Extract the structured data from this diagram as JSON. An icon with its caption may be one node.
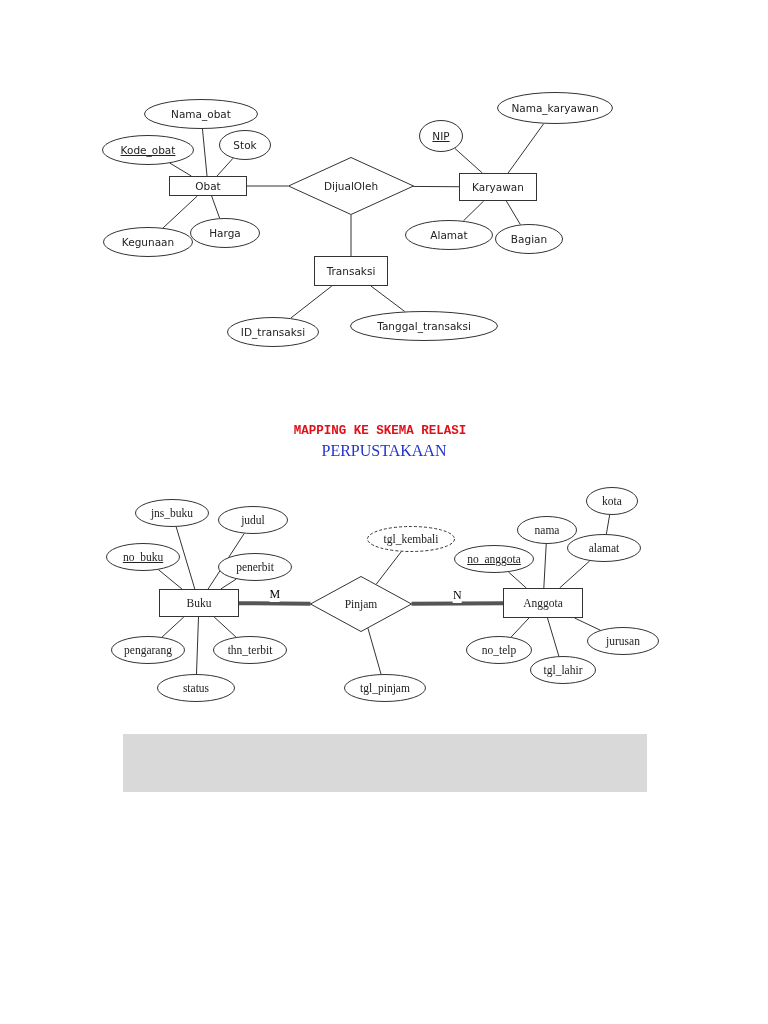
{
  "diagram": {
    "nodes": [
      {
        "text": [
          "Nama_obat"
        ]
      },
      {
        "text": [
          "Kode_obat"
        ]
      },
      {
        "text": [
          "Stok"
        ]
      },
      {
        "text": [
          "Obat"
        ]
      },
      {
        "text": [
          "DijualOleh"
        ]
      },
      {
        "text": [
          "Karyawan"
        ]
      },
      {
        "text": [
          "NIP"
        ]
      },
      {
        "text": [
          "Nama_karyawan"
        ]
      },
      {
        "text": [
          "Alamat"
        ]
      },
      {
        "text": [
          "Bagian"
        ]
      },
      {
        "text": [
          "Kegunaan"
        ]
      },
      {
        "text": [
          "Harga"
        ]
      },
      {
        "text": [
          "Transaksi"
        ]
      },
      {
        "text": [
          "ID_transaksi"
        ]
      },
      {
        "text": [
          "Tanggal_transaksi"
        ]
      },
      {
        "text": [
          "jns_buku"
        ]
      },
      {
        "text": [
          "judul"
        ]
      },
      {
        "text": [
          "no_buku"
        ]
      },
      {
        "text": [
          "penerbit"
        ]
      },
      {
        "text": [
          "Buku"
        ]
      },
      {
        "text": [
          "Pinjam"
        ]
      },
      {
        "text": [
          "tgl_kembali"
        ]
      },
      {
        "text": [
          "tgl_pinjam"
        ]
      },
      {
        "text": [
          "pengarang"
        ]
      },
      {
        "text": [
          "thn_terbit"
        ]
      },
      {
        "text": [
          "status"
        ]
      },
      {
        "text": [
          "no_anggota"
        ]
      },
      {
        "text": [
          "nama"
        ]
      },
      {
        "text": [
          "kota"
        ]
      },
      {
        "text": [
          "alamat"
        ]
      },
      {
        "text": [
          "Anggota"
        ]
      },
      {
        "text": [
          "no_telp"
        ]
      },
      {
        "text": [
          "tgl_lahir"
        ]
      },
      {
        "text": [
          "jurusan"
        ]
      }
    ],
    "edges": [
      {
        "from": 0,
        "to": 3,
        "arrow": "none"
      },
      {
        "from": 1,
        "to": 3,
        "arrow": "none"
      },
      {
        "from": 2,
        "to": 3,
        "arrow": "none"
      },
      {
        "from": 10,
        "to": 3,
        "arrow": "none"
      },
      {
        "from": 11,
        "to": 3,
        "arrow": "none"
      },
      {
        "from": 3,
        "to": 4,
        "arrow": "none"
      },
      {
        "from": 4,
        "to": 5,
        "arrow": "none"
      },
      {
        "from": 6,
        "to": 5,
        "arrow": "none"
      },
      {
        "from": 7,
        "to": 5,
        "arrow": "none"
      },
      {
        "from": 8,
        "to": 5,
        "arrow": "none"
      },
      {
        "from": 9,
        "to": 5,
        "arrow": "none"
      },
      {
        "from": 4,
        "to": 12,
        "arrow": "none"
      },
      {
        "from": 12,
        "to": 13,
        "arrow": "none"
      },
      {
        "from": 12,
        "to": 14,
        "arrow": "none"
      },
      {
        "from": 15,
        "to": 19,
        "arrow": "none"
      },
      {
        "from": 16,
        "to": 19,
        "arrow": "none"
      },
      {
        "from": 17,
        "to": 19,
        "arrow": "none"
      },
      {
        "from": 18,
        "to": 19,
        "arrow": "none"
      },
      {
        "from": 23,
        "to": 19,
        "arrow": "none"
      },
      {
        "from": 24,
        "to": 19,
        "arrow": "none"
      },
      {
        "from": 25,
        "to": 19,
        "arrow": "none"
      },
      {
        "from": 19,
        "to": 20,
        "arrow": "none",
        "label": "M",
        "style": "thick"
      },
      {
        "from": 20,
        "to": 30,
        "arrow": "none",
        "label": "N",
        "style": "thick"
      },
      {
        "from": 21,
        "to": 20,
        "arrow": "none"
      },
      {
        "from": 22,
        "to": 20,
        "arrow": "none"
      },
      {
        "from": 26,
        "to": 30,
        "arrow": "none"
      },
      {
        "from": 27,
        "to": 30,
        "arrow": "none"
      },
      {
        "from": 29,
        "to": 30,
        "arrow": "none"
      },
      {
        "from": 28,
        "to": 29,
        "arrow": "none"
      },
      {
        "from": 31,
        "to": 30,
        "arrow": "none"
      },
      {
        "from": 32,
        "to": 30,
        "arrow": "none"
      },
      {
        "from": 33,
        "to": 30,
        "arrow": "none"
      }
    ],
    "labels": [
      "MAPPING KE SKEMA RELASI",
      "PERPUSTAKAAN"
    ]
  }
}
